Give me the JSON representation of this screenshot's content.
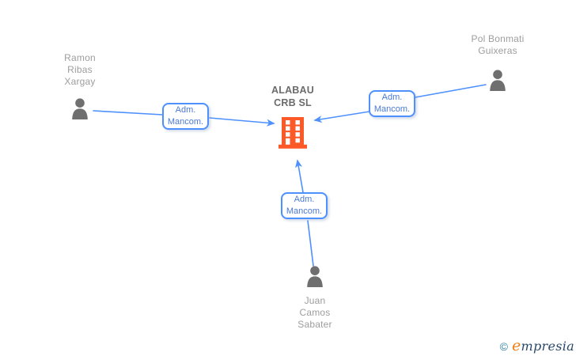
{
  "diagram": {
    "company": {
      "name": "ALABAU\nCRB SL"
    },
    "persons": [
      {
        "id": "ramon",
        "name": "Ramon\nRibas\nXargay"
      },
      {
        "id": "pol",
        "name": "Pol Bonmati\nGuixeras"
      },
      {
        "id": "juan",
        "name": "Juan\nCamos\nSabater"
      }
    ],
    "edges": [
      {
        "from": "ramon",
        "to": "company",
        "label": "Adm.\nMancom."
      },
      {
        "from": "pol",
        "to": "company",
        "label": "Adm.\nMancom."
      },
      {
        "from": "juan",
        "to": "company",
        "label": "Adm.\nMancom."
      }
    ]
  },
  "watermark": {
    "copyright": "©",
    "brand_initial": "e",
    "brand_rest": "mpresia"
  },
  "colors": {
    "edge_blue": "#4d90fe",
    "edge_label_text": "#4b79d4",
    "company_text": "#6b6b6b",
    "person_text": "#9d9d9d",
    "person_icon_gray": "#6f6f6f",
    "building_orange": "#fb5a28",
    "watermark_copyright": "#2e7ea3",
    "watermark_initial": "#ef7d17",
    "watermark_rest": "#29486b",
    "background": "#ffffff"
  }
}
